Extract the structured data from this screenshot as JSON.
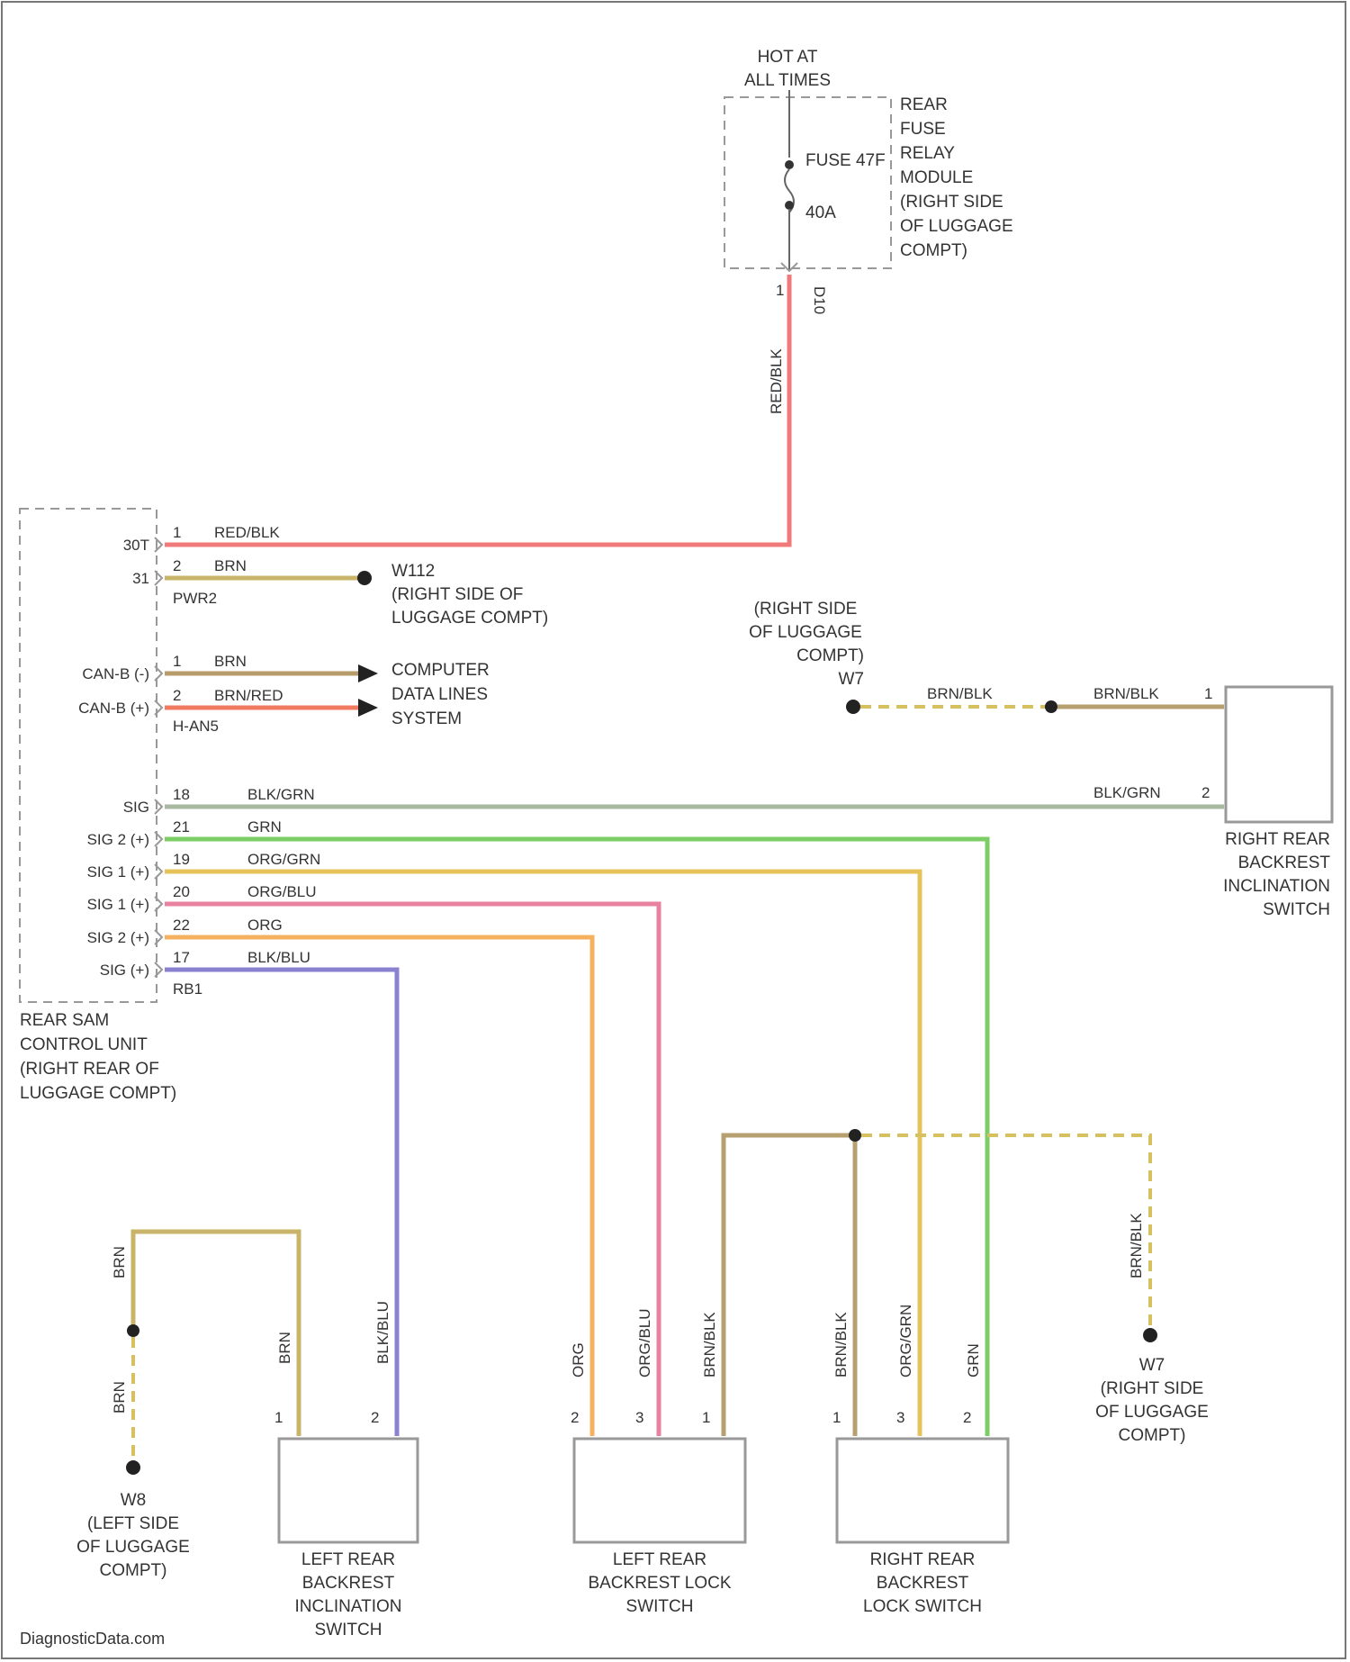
{
  "fuse_block": {
    "hot_at": [
      "HOT AT",
      "ALL TIMES"
    ],
    "fuse_name": "FUSE 47F",
    "fuse_amps": "40A",
    "module_label": [
      "REAR",
      "FUSE",
      "RELAY",
      "MODULE",
      "(RIGHT SIDE",
      "OF LUGGAGE",
      "COMPT)"
    ],
    "pin_left": "1",
    "pin_right": "D10"
  },
  "control_unit": {
    "label": [
      "REAR SAM",
      "CONTROL UNIT",
      "(RIGHT REAR OF",
      "LUGGAGE COMPT)"
    ],
    "connector_a": "30T",
    "connector_b": "31",
    "connector_pwr": "PWR2",
    "connector_can": "H-AN5",
    "connector_sig": "RB1"
  },
  "pins": [
    {
      "name": "30T",
      "num": "1",
      "wire": "RED/BLK",
      "color": "#f07a7a"
    },
    {
      "name": "31",
      "num": "2",
      "wire": "BRN",
      "color": "#c9b56a"
    },
    {
      "name": "CAN-B (-)",
      "num": "1",
      "wire": "BRN",
      "color": "#b89b6a"
    },
    {
      "name": "CAN-B (+)",
      "num": "2",
      "wire": "BRN/RED",
      "color": "#f07a5f"
    },
    {
      "name": "SIG",
      "num": "18",
      "wire": "BLK/GRN",
      "color": "#a9b8a0"
    },
    {
      "name": "SIG 2 (+)",
      "num": "21",
      "wire": "GRN",
      "color": "#7ccd66"
    },
    {
      "name": "SIG 1 (+)",
      "num": "19",
      "wire": "ORG/GRN",
      "color": "#e6c35a"
    },
    {
      "name": "SIG 1 (+)",
      "num": "20",
      "wire": "ORG/BLU",
      "color": "#e882a0"
    },
    {
      "name": "SIG 2 (+)",
      "num": "22",
      "wire": "ORG",
      "color": "#f5b060"
    },
    {
      "name": "SIG (+)",
      "num": "17",
      "wire": "BLK/BLU",
      "color": "#8a82d0"
    }
  ],
  "fuse_wire": "RED/BLK",
  "ground_w112": [
    "W112",
    "(RIGHT SIDE OF",
    "LUGGAGE COMPT)"
  ],
  "can_dest": [
    "COMPUTER",
    "DATA LINES",
    "SYSTEM"
  ],
  "ground_w7_top": [
    "(RIGHT SIDE",
    "OF LUGGAGE",
    "COMPT)",
    "W7"
  ],
  "ground_w7_bottom": [
    "W7",
    "(RIGHT SIDE",
    "OF LUGGAGE",
    "COMPT)"
  ],
  "ground_w8": [
    "W8",
    "(LEFT SIDE",
    "OF LUGGAGE",
    "COMPT)"
  ],
  "right_incl_switch": {
    "label": [
      "RIGHT REAR",
      "BACKREST",
      "INCLINATION",
      "SWITCH"
    ],
    "wire1": "BRN/BLK",
    "wire1_pin": "1",
    "wire2": "BLK/GRN",
    "wire2_pin": "2",
    "ground_wire": "BRN/BLK"
  },
  "left_incl_switch": {
    "label": [
      "LEFT REAR",
      "BACKREST",
      "INCLINATION",
      "SWITCH"
    ],
    "wires": [
      "BRN",
      "BLK/BLU"
    ],
    "pins": [
      "1",
      "2"
    ],
    "ground_wires": [
      "BRN",
      "BRN"
    ]
  },
  "left_lock_switch": {
    "label": [
      "LEFT REAR",
      "BACKREST LOCK",
      "SWITCH"
    ],
    "wires": [
      "ORG",
      "ORG/BLU",
      "BRN/BLK"
    ],
    "pins": [
      "2",
      "3",
      "1"
    ]
  },
  "right_lock_switch": {
    "label": [
      "RIGHT REAR",
      "BACKREST",
      "LOCK SWITCH"
    ],
    "wires": [
      "BRN/BLK",
      "ORG/GRN",
      "GRN"
    ],
    "pins": [
      "1",
      "3",
      "2"
    ],
    "ground_wire": "BRN/BLK"
  },
  "watermark": "DiagnosticData.com",
  "colors": {
    "red_blk": "#f07a7a",
    "brn": "#c9b56a",
    "brn_blk": "#b6a070",
    "blk_grn": "#a9b8a0",
    "grn": "#7ccd66",
    "org_grn": "#e6c35a",
    "org_blu": "#e882a0",
    "org": "#f5b060",
    "blk_blu": "#8a82d0",
    "ground_dash": "#d6c060",
    "outline": "#9a9a9a"
  }
}
